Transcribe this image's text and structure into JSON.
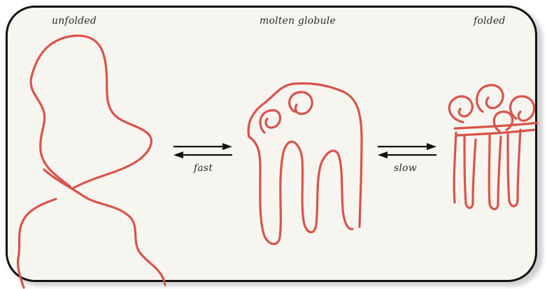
{
  "states": {
    "unfolded": "unfolded",
    "molten_globule": "molten globule",
    "folded": "folded"
  },
  "transitions": {
    "first": "fast",
    "second": "slow"
  },
  "colors": {
    "chain": "#d9534a",
    "frame": "#111111",
    "background": "#f7f5f0"
  }
}
